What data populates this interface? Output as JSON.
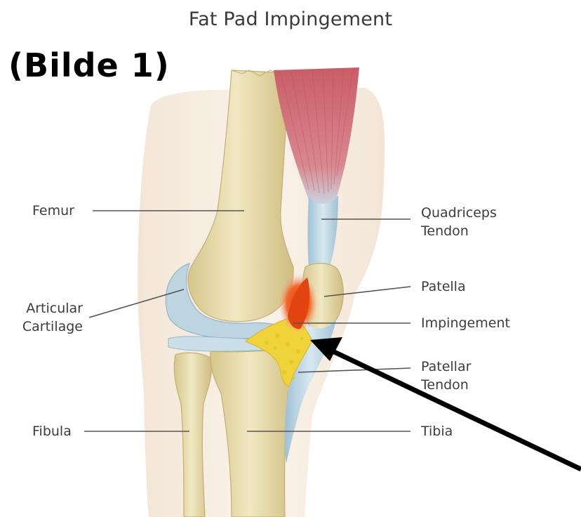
{
  "title": "Fat Pad Impingement",
  "badge": "(Bilde 1)",
  "labels": {
    "femur": "Femur",
    "articular_cartilage": "Articular\nCartilage",
    "fibula": "Fibula",
    "quadriceps_tendon": "Quadriceps\nTendon",
    "patella": "Patella",
    "impingement": "Impingement",
    "patellar_tendon": "Patellar\nTendon",
    "tibia": "Tibia"
  },
  "colors": {
    "bone": "#e9dfb0",
    "bone_shadow": "#c9b97a",
    "cartilage": "#b9d3de",
    "muscle": "#cf6f78",
    "tendon": "#bcd6e4",
    "fat_pad": "#f2d53a",
    "impingement": "#e8440f",
    "skin": "#f6ecdf"
  }
}
